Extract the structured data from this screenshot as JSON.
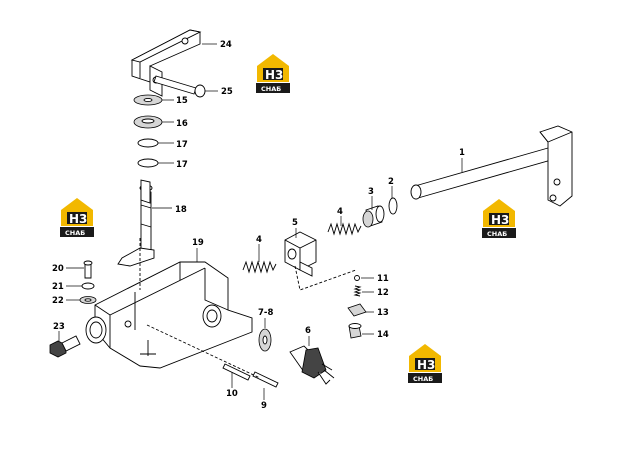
{
  "diagram": {
    "callouts": [
      "1",
      "2",
      "3",
      "4",
      "4",
      "5",
      "6",
      "7-8",
      "9",
      "10",
      "11",
      "12",
      "13",
      "14",
      "15",
      "16",
      "17",
      "17",
      "18",
      "19",
      "20",
      "21",
      "22",
      "23",
      "24",
      "25"
    ]
  },
  "watermark": {
    "mark": "H3",
    "caption": "СНАБ"
  },
  "colors": {
    "logo_yellow": "#f2b800",
    "logo_dark": "#1a1a1a",
    "line": "#000000",
    "background": "#ffffff"
  }
}
